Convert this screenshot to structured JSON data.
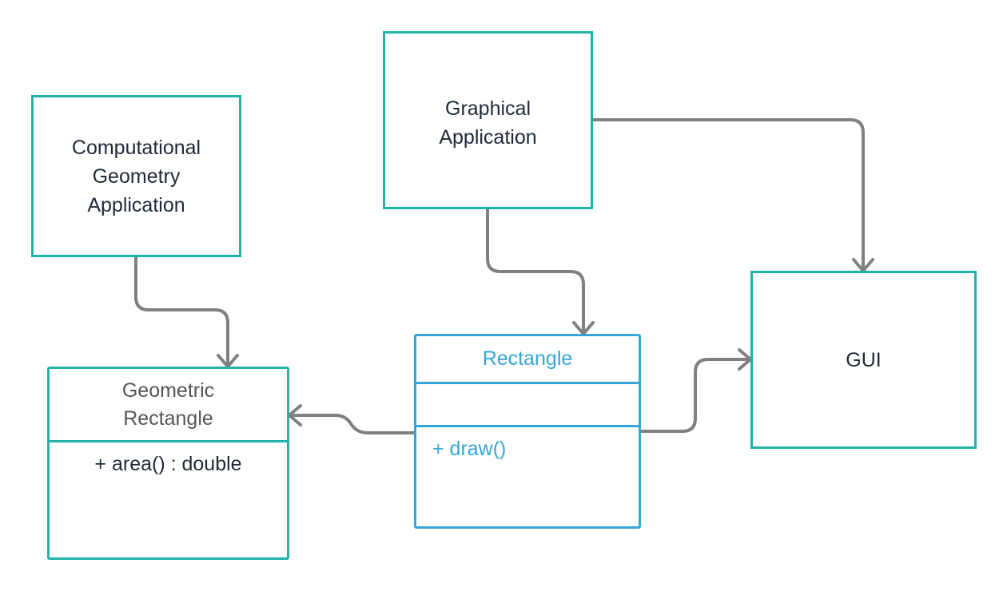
{
  "boxes": {
    "computational_geometry_application": "Computational\nGeometry\nApplication",
    "graphical_application": "Graphical\nApplication",
    "gui": "GUI"
  },
  "classes": {
    "geometric_rectangle": {
      "name": "Geometric\nRectangle",
      "methods": [
        "+ area() : double"
      ]
    },
    "rectangle": {
      "name": "Rectangle",
      "attributes": [],
      "methods": [
        "+ draw()"
      ]
    }
  },
  "colors": {
    "box_border": "#20b2aa",
    "rectangle_class": "#33a6d6",
    "connector": "#808080",
    "text": "#1f2937",
    "muted_text": "#555555"
  }
}
